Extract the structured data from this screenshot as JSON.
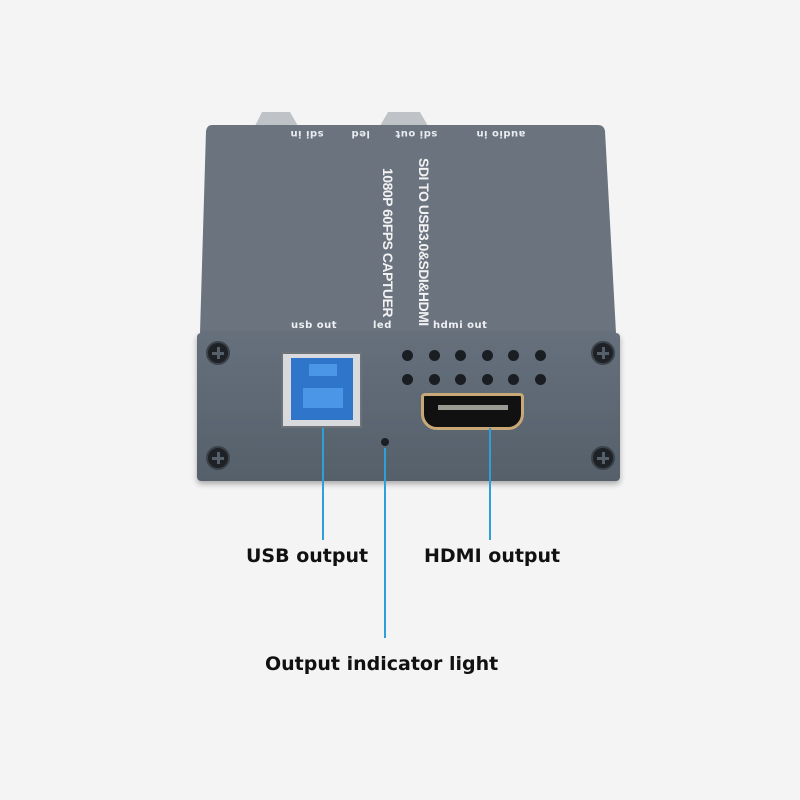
{
  "device": {
    "top_labels": [
      "sdi in",
      "led",
      "sdi out",
      "audio in"
    ],
    "title_line1": "SDI TO USB3.0&SDI&HDMI",
    "title_line2": "1080P 60FPS CAPTUER",
    "front_labels": {
      "usb": "usb out",
      "led": "led",
      "hdmi": "hdmi out"
    }
  },
  "callouts": {
    "usb": "USB output",
    "hdmi": "HDMI output",
    "led": "Output indicator light"
  },
  "colors": {
    "callout_line": "#2e9fd8",
    "usb_port": "#2f75c9",
    "device_body": "#5e6873"
  }
}
